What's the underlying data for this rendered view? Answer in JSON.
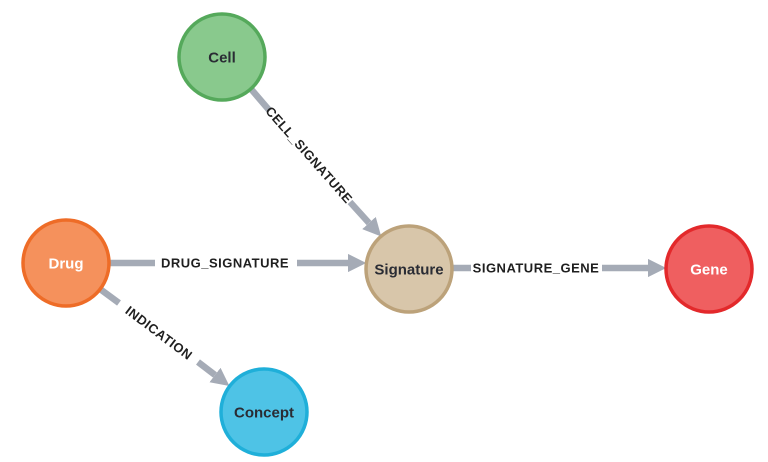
{
  "diagram": {
    "background": "#ffffff",
    "edge_color": "#A5ABB6",
    "edge_label_color": "#1F1F1F",
    "nodes": [
      {
        "id": "cell",
        "label": "Cell",
        "fill": "#89C98D",
        "border": "#55A95B",
        "text_color": "#2A2C34"
      },
      {
        "id": "drug",
        "label": "Drug",
        "fill": "#F5915C",
        "border": "#EE6C27",
        "text_color": "#FFFFFF"
      },
      {
        "id": "signature",
        "label": "Signature",
        "fill": "#D8C6AA",
        "border": "#BCA27A",
        "text_color": "#2A2C34"
      },
      {
        "id": "gene",
        "label": "Gene",
        "fill": "#EF5F60",
        "border": "#E3292B",
        "text_color": "#FFFFFF"
      },
      {
        "id": "concept",
        "label": "Concept",
        "fill": "#4EC3E6",
        "border": "#1FAFD9",
        "text_color": "#2A2C34"
      }
    ],
    "edges": [
      {
        "label": "CELL_SIGNATURE",
        "from": "cell",
        "to": "signature"
      },
      {
        "label": "DRUG_SIGNATURE",
        "from": "drug",
        "to": "signature"
      },
      {
        "label": "SIGNATURE_GENE",
        "from": "signature",
        "to": "gene"
      },
      {
        "label": "INDICATION",
        "from": "drug",
        "to": "concept"
      }
    ]
  }
}
